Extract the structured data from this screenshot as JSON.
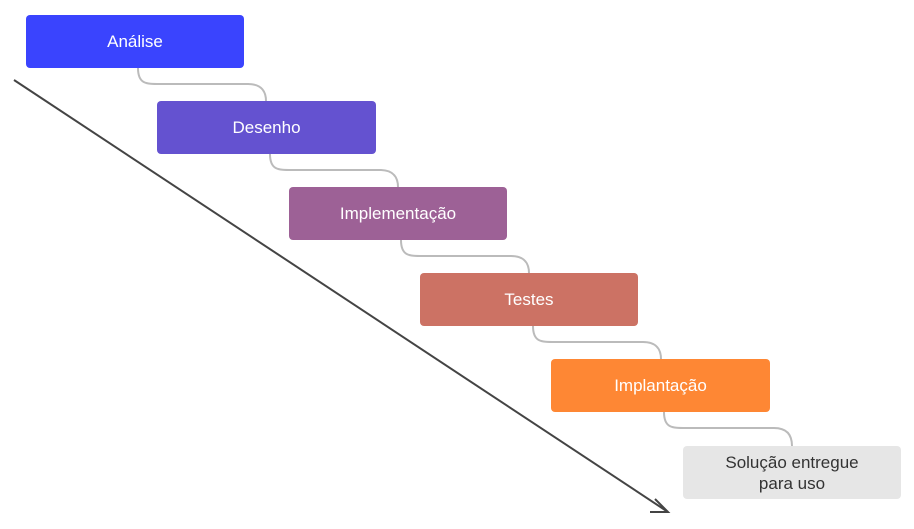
{
  "stages": [
    {
      "label": "Análise",
      "color": "#3a44fe"
    },
    {
      "label": "Desenho",
      "color": "#6452d0"
    },
    {
      "label": "Implementação",
      "color": "#9d6196"
    },
    {
      "label": "Testes",
      "color": "#cc7264"
    },
    {
      "label": "Implantação",
      "color": "#fe8734"
    },
    {
      "label": "Solução entregue\npara uso",
      "color": "#e6e6e6"
    }
  ],
  "colors": {
    "connector": "#bbbbbb",
    "arrow": "#444444",
    "final_text": "#333333"
  }
}
